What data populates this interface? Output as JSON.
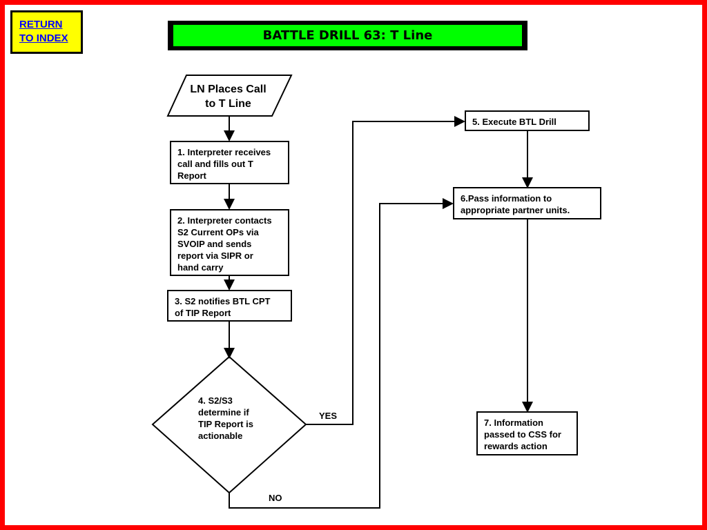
{
  "nav": {
    "return_label": "RETURN\nTO INDEX"
  },
  "title": "BATTLE DRILL 63:  T Line",
  "flow": {
    "start": "LN Places Call\nto T Line",
    "step1": "1. Interpreter receives\ncall and fills out T\nReport",
    "step2": "2. Interpreter contacts\nS2 Current OPs via\nSVOIP and sends\nreport via SIPR or\nhand carry",
    "step3": "3. S2 notifies BTL CPT\nof TIP Report",
    "decision": "4. S2/S3\ndetermine if\nTIP Report is\nactionable",
    "yes_label": "YES",
    "no_label": "NO",
    "step5": "5.  Execute BTL Drill",
    "step6": "6.Pass information to\nappropriate partner units.",
    "step7": "7. Information\npassed to CSS for\nrewards action"
  },
  "colors": {
    "border": "#ff0000",
    "title_bg": "#00ff00",
    "nav_bg": "#ffff00",
    "nav_text": "#0000ff"
  }
}
